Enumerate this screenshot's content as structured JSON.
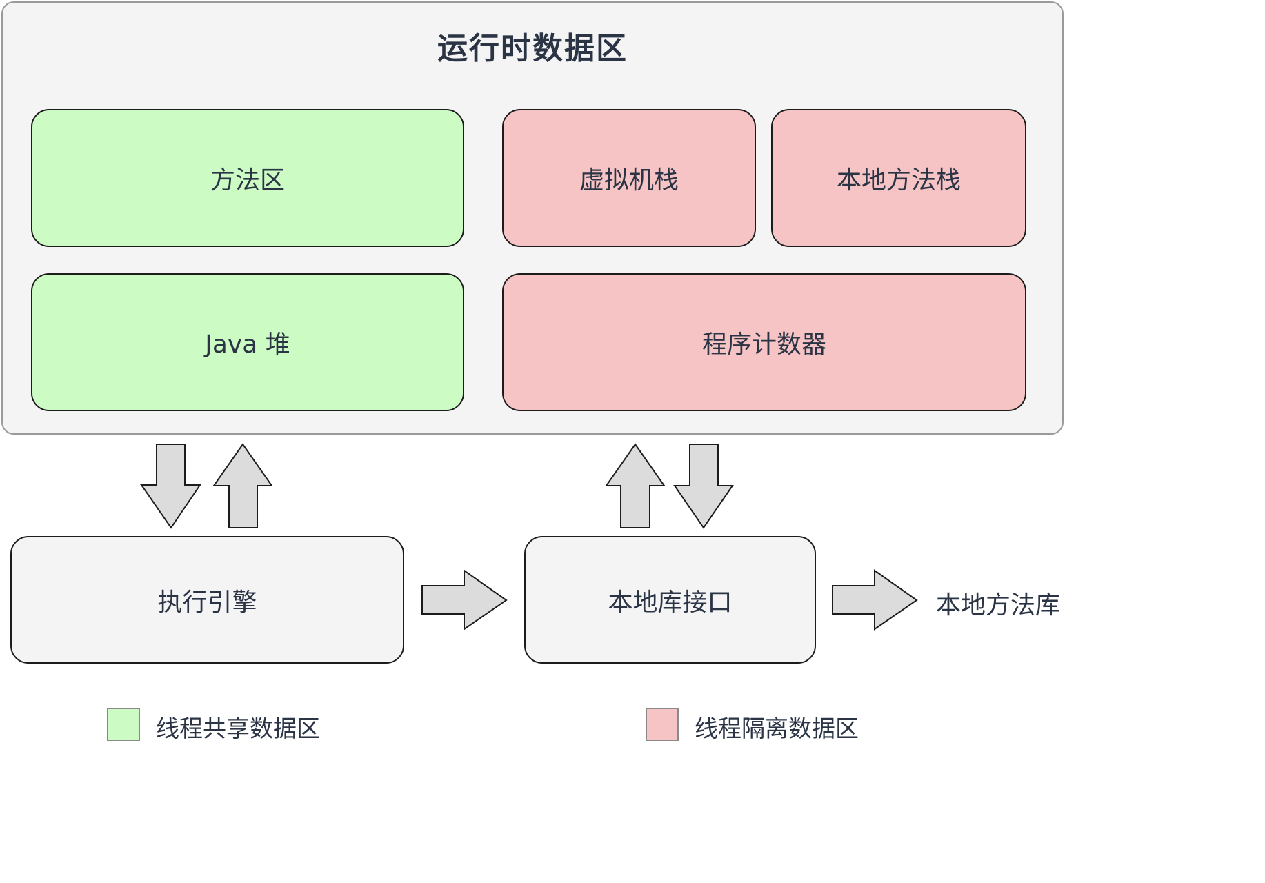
{
  "runtime_area": {
    "title": "运行时数据区",
    "method_area": "方法区",
    "vm_stack": "虚拟机栈",
    "native_method_stack": "本地方法栈",
    "java_heap": "Java 堆",
    "program_counter": "程序计数器"
  },
  "bottom": {
    "execution_engine": "执行引擎",
    "native_interface": "本地库接口",
    "native_library": "本地方法库"
  },
  "legend": {
    "shared_label": "线程共享数据区",
    "isolated_label": "线程隔离数据区"
  },
  "colors": {
    "shared": "#ccfcc4",
    "isolated": "#f6c4c4",
    "neutral": "#f4f4f4",
    "arrow_fill": "#dcdcdc"
  }
}
